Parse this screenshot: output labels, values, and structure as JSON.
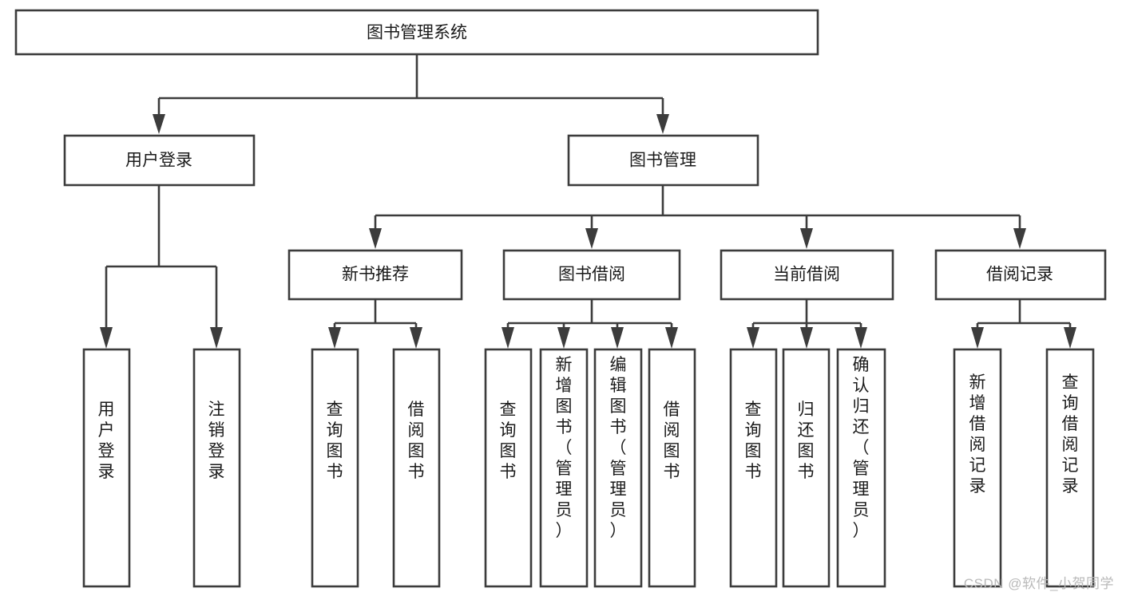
{
  "diagram": {
    "type": "tree-hierarchy",
    "orientation": "top-down",
    "root": {
      "id": "root",
      "label": "图书管理系统"
    },
    "level1": [
      {
        "id": "user-login",
        "label": "用户登录"
      },
      {
        "id": "book-manage",
        "label": "图书管理"
      }
    ],
    "level2": [
      {
        "id": "new-book-recommend",
        "label": "新书推荐",
        "parent": "book-manage"
      },
      {
        "id": "book-borrow",
        "label": "图书借阅",
        "parent": "book-manage"
      },
      {
        "id": "current-borrow",
        "label": "当前借阅",
        "parent": "book-manage"
      },
      {
        "id": "borrow-record",
        "label": "借阅记录",
        "parent": "book-manage"
      }
    ],
    "leaves": [
      {
        "id": "leaf-user-login",
        "label": "用户登录",
        "parent": "user-login"
      },
      {
        "id": "leaf-user-logout",
        "label": "注销登录",
        "parent": "user-login"
      },
      {
        "id": "leaf-query-book-1",
        "label": "查询图书",
        "parent": "new-book-recommend"
      },
      {
        "id": "leaf-borrow-book-1",
        "label": "借阅图书",
        "parent": "new-book-recommend"
      },
      {
        "id": "leaf-query-book-2",
        "label": "查询图书",
        "parent": "book-borrow"
      },
      {
        "id": "leaf-add-book",
        "label": "新增图书（管理员）",
        "parent": "book-borrow"
      },
      {
        "id": "leaf-edit-book",
        "label": "编辑图书（管理员）",
        "parent": "book-borrow"
      },
      {
        "id": "leaf-borrow-book-2",
        "label": "借阅图书",
        "parent": "book-borrow"
      },
      {
        "id": "leaf-query-book-3",
        "label": "查询图书",
        "parent": "current-borrow"
      },
      {
        "id": "leaf-return-book",
        "label": "归还图书",
        "parent": "current-borrow"
      },
      {
        "id": "leaf-confirm-return",
        "label": "确认归还（管理员）",
        "parent": "current-borrow"
      },
      {
        "id": "leaf-add-record",
        "label": "新增借阅记录",
        "parent": "borrow-record"
      },
      {
        "id": "leaf-query-record",
        "label": "查询借阅记录",
        "parent": "borrow-record"
      }
    ]
  },
  "watermark": {
    "text": "CSDN @软件_小贺同学"
  },
  "colors": {
    "stroke": "#3c3c3c",
    "fill": "#ffffff",
    "text": "#1a1a1a",
    "watermark": "#b9b9b9"
  }
}
